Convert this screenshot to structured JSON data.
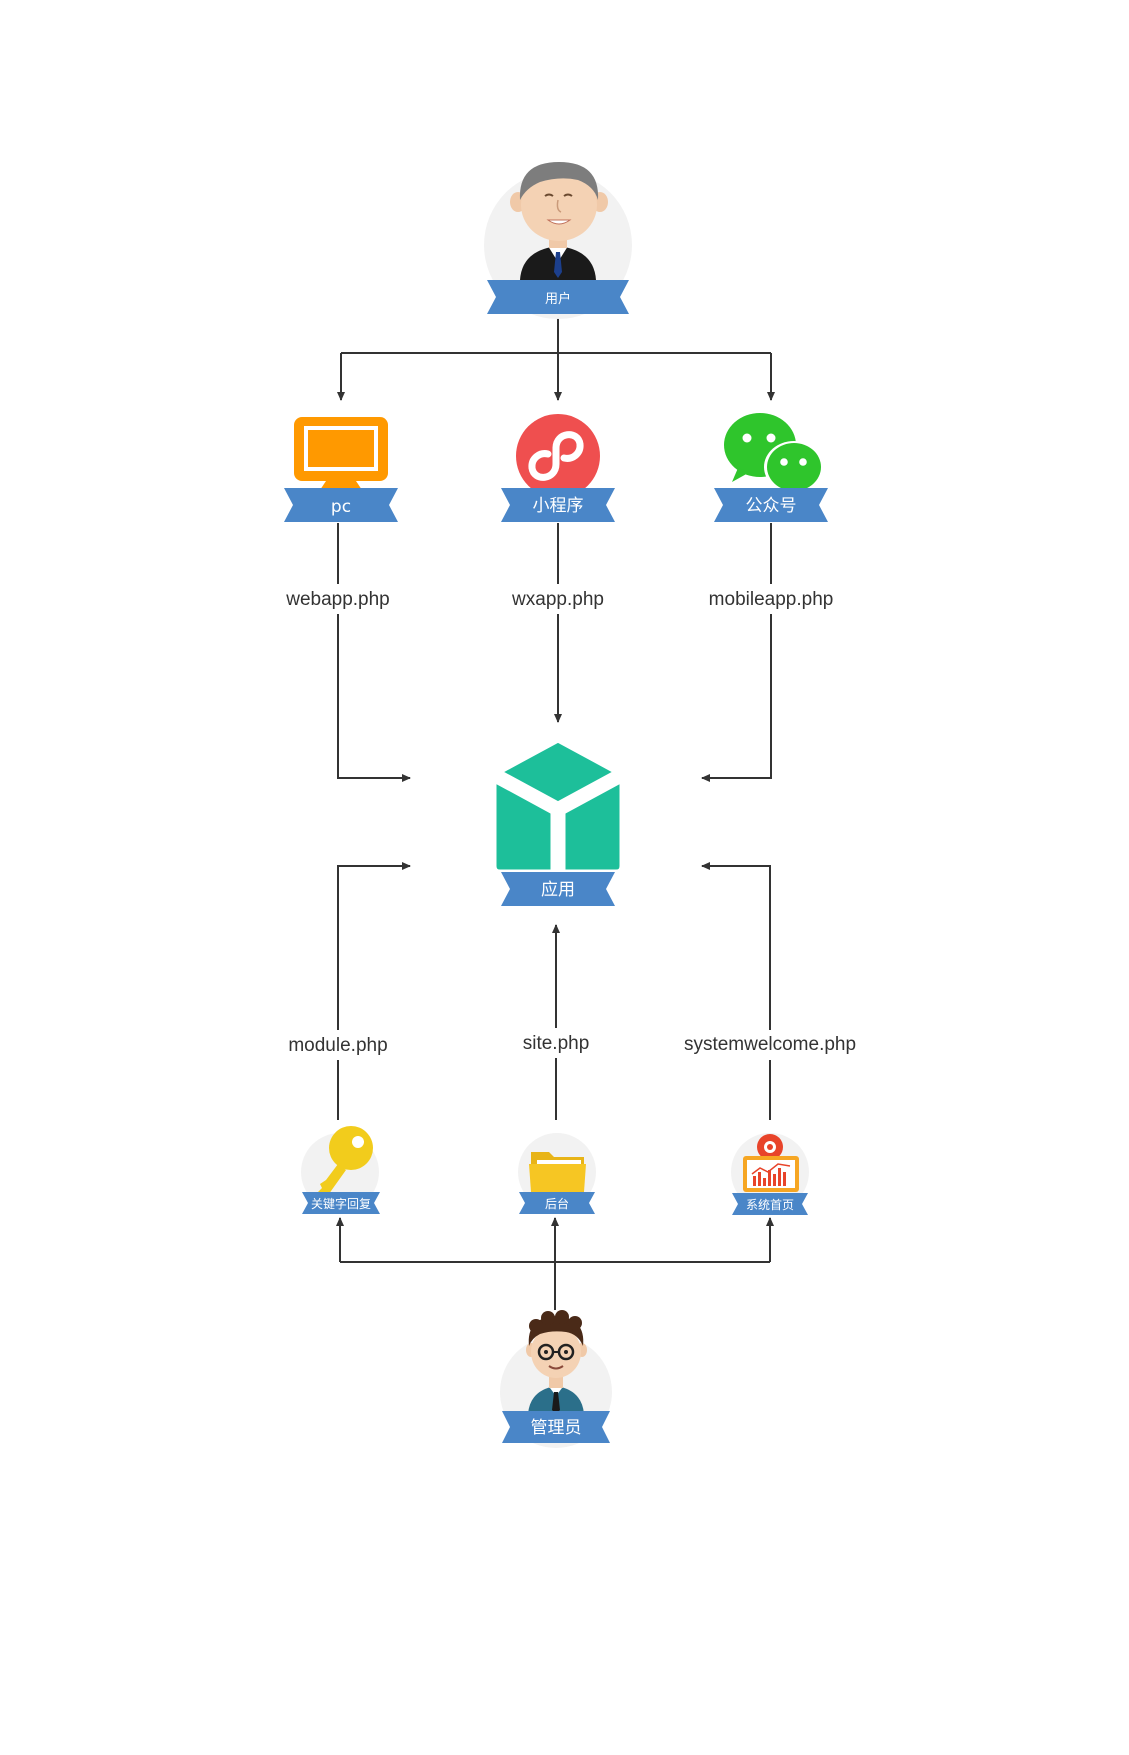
{
  "colors": {
    "ribbon": "#4a86c8",
    "ribbon_dark": "#2f6aa8",
    "arrow": "#333333",
    "pc_orange": "#ff9900",
    "miniprogram_red": "#ef4f4f",
    "wechat_green": "#2fc52c",
    "app_teal": "#1dbf9a",
    "key_yellow": "#f2cc1c",
    "folder_yellow": "#f6c623"
  },
  "nodes": {
    "user": {
      "label": "用户",
      "icon": "user-avatar"
    },
    "pc": {
      "label": "pc",
      "icon": "monitor-icon"
    },
    "miniprogram": {
      "label": "小程序",
      "icon": "miniprogram-icon"
    },
    "official_account": {
      "label": "公众号",
      "icon": "wechat-icon"
    },
    "app": {
      "label": "应用",
      "icon": "cube-icon"
    },
    "keyword_reply": {
      "label": "关键字回复",
      "icon": "key-icon"
    },
    "backend": {
      "label": "后台",
      "icon": "folder-icon"
    },
    "system_home": {
      "label": "系统首页",
      "icon": "dashboard-icon"
    },
    "admin": {
      "label": "管理员",
      "icon": "admin-avatar"
    }
  },
  "edges": {
    "webapp": "webapp.php",
    "wxapp": "wxapp.php",
    "mobileapp": "mobileapp.php",
    "module": "module.php",
    "site": "site.php",
    "systemwelcome": "systemwelcome.php"
  }
}
